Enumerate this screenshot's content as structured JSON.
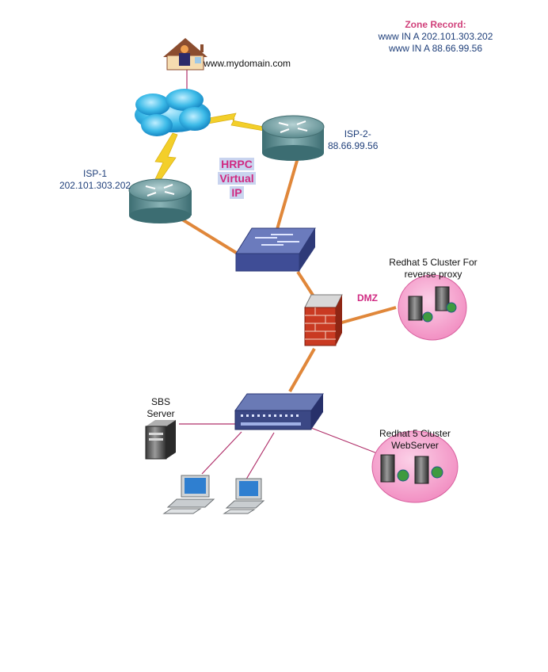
{
  "zone_record": {
    "title": "Zone Record:",
    "line1": "www IN A 202.101.303.202",
    "line2": "www IN A 88.66.99.56"
  },
  "domain_label": "www.mydomain.com",
  "isp1": {
    "name": "ISP-1",
    "ip": "202.101.303.202"
  },
  "isp2": {
    "name": "ISP-2-",
    "ip": "88.66.99.56"
  },
  "hrpc": {
    "line1": "HRPC",
    "line2": "Virtual",
    "line3": "IP"
  },
  "dmz_label": "DMZ",
  "proxy_cluster": {
    "line1": "Redhat 5 Cluster For",
    "line2": "reverse proxy"
  },
  "web_cluster": {
    "line1": "Redhat 5 Cluster",
    "line2": "WebServer"
  },
  "sbs": {
    "line1": "SBS",
    "line2": "Server"
  },
  "colors": {
    "link_orange": "#e0873a",
    "lightning_yellow": "#f3cf2a",
    "lan_link": "#b0306a",
    "cluster_pink": "#f6a3cf",
    "router_teal": "#5f8f93",
    "switch_blue": "#4a5a9c"
  }
}
